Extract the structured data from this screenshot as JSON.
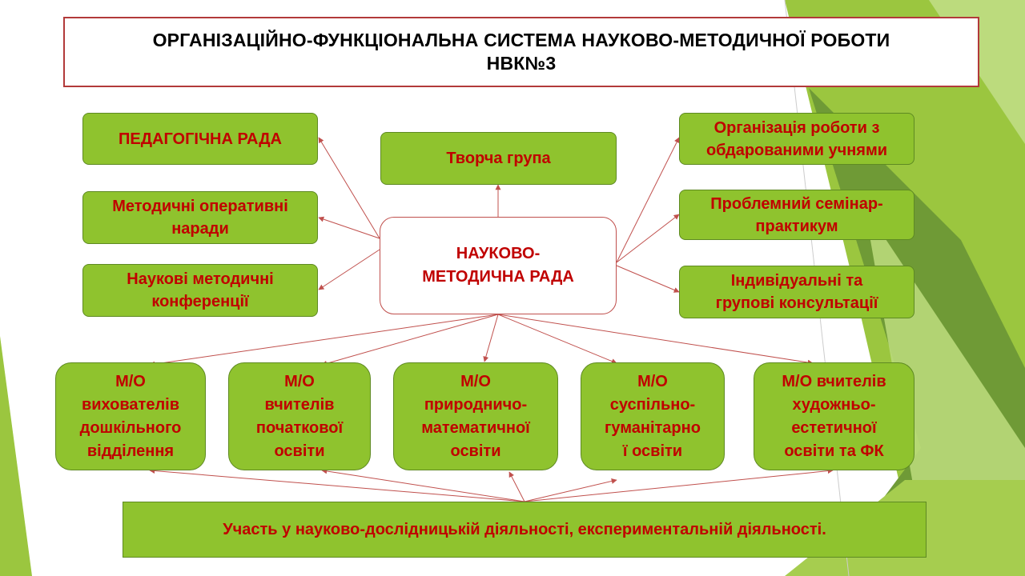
{
  "title": "ОРГАНІЗАЦІЙНО-ФУНКЦІОНАЛЬНА СИСТЕМА НАУКОВО-МЕТОДИЧНОЇ РОБОТИ\nНВК№3",
  "colors": {
    "box_fill": "#8fc32e",
    "box_border": "#5e8a22",
    "text": "#c00000",
    "arrow": "#c0504d",
    "title_border": "#b23a3a"
  },
  "center": "НАУКОВО-\nМЕТОДИЧНА РАДА",
  "left_items": [
    "ПЕДАГОГІЧНА РАДА",
    "Методичні оперативні\nнаради",
    "Наукові методичні\nконференції"
  ],
  "top_item": "Творча група",
  "right_items": [
    "Організація роботи з\nобдарованими учнями",
    "Проблемний семінар-\nпрактикум",
    "Індивідуальні та\nгрупові консультації"
  ],
  "mo_items": [
    "М/О\nвихователів\nдошкільного\nвідділення",
    "М/О\nвчителів\nпочаткової\nосвіти",
    "М/О\nприродничо-\nматематичної\nосвіти",
    "М/О\nсуспільно-\nгуманітарно\nї освіти",
    "М/О вчителів\nхудожньо-\nестетичної\nосвіти та ФК"
  ],
  "bottom": "Участь у науково-дослідницькій діяльності, експериментальній діяльності."
}
